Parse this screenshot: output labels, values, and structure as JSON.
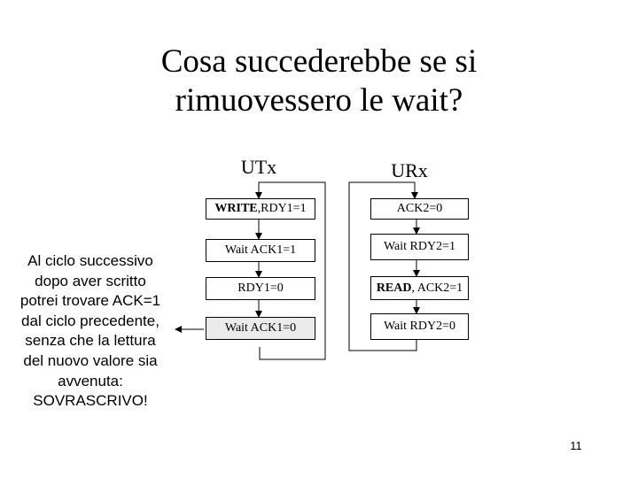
{
  "title_line1": "Cosa succederebbe se si",
  "title_line2": "rimuovessero le wait?",
  "utx": {
    "header": "UTx",
    "steps": [
      {
        "bold": "WRITE",
        "text": ",RDY1=1"
      },
      {
        "bold": "",
        "text": "Wait ACK1=1"
      },
      {
        "bold": "",
        "text": "RDY1=0"
      },
      {
        "bold": "",
        "text": "Wait ACK1=0"
      }
    ]
  },
  "urx": {
    "header": "URx",
    "steps": [
      {
        "bold": "",
        "text": "ACK2=0"
      },
      {
        "bold": "",
        "text": "Wait RDY2=1"
      },
      {
        "bold": "READ",
        "text": ", ACK2=1"
      },
      {
        "bold": "",
        "text": "Wait RDY2=0"
      }
    ]
  },
  "note_lines": [
    "Al ciclo successivo",
    "dopo aver scritto",
    "potrei trovare ACK=1",
    "dal ciclo precedente,",
    "senza che la lettura",
    "del nuovo valore sia",
    "avvenuta:",
    "SOVRASCRIVO!"
  ],
  "page_number": "11"
}
